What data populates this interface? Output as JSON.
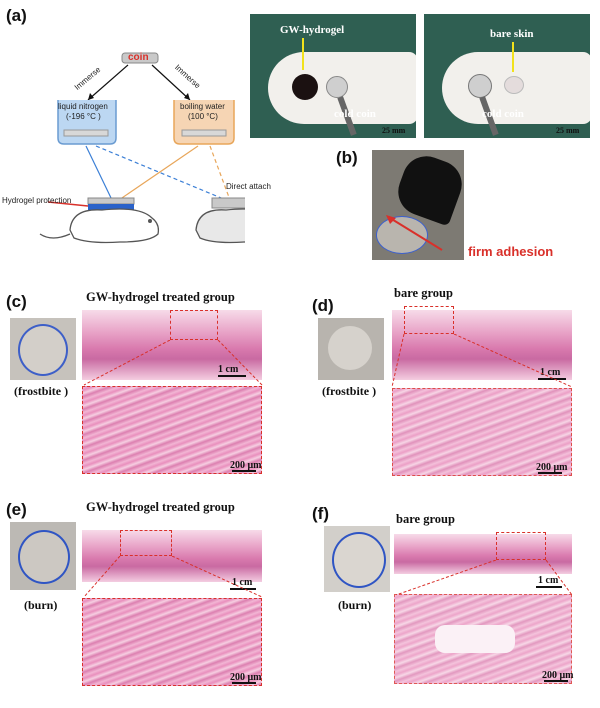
{
  "panels": {
    "a": {
      "label": "(a)",
      "coin": "coin",
      "immerse_left": "Immerse",
      "immerse_right": "Immerse",
      "liquid_nitrogen": "liquid nitrogen",
      "liquid_nitrogen_temp": "(-196 °C )",
      "boiling_water": "boiling water",
      "boiling_water_temp": "(100 °C)",
      "hydrogel_protection": "Hydrogel protection",
      "direct_attach": "Direct attach",
      "photo1_label": "GW-hydrogel",
      "photo1_coin": "cold coin",
      "photo1_scale": "25 mm",
      "photo2_label": "bare skin",
      "photo2_coin": "cold coin",
      "photo2_scale": "25 mm"
    },
    "b": {
      "label": "(b)",
      "annotation": "firm adhesion"
    },
    "c": {
      "label": "(c)",
      "title": "GW-hydrogel treated group",
      "condition": "(frostbite )",
      "scale_top": "1 cm",
      "scale_zoom": "200 μm"
    },
    "d": {
      "label": "(d)",
      "title": "bare group",
      "condition": "(frostbite )",
      "scale_top": "1 cm",
      "scale_zoom": "200 μm"
    },
    "e": {
      "label": "(e)",
      "title": "GW-hydrogel treated group",
      "condition": "(burn)",
      "scale_top": "1 cm",
      "scale_zoom": "200 μm"
    },
    "f": {
      "label": "(f)",
      "title": "bare group",
      "condition": "(burn)",
      "scale_top": "1 cm",
      "scale_zoom": "200 μm"
    }
  },
  "colors": {
    "accent_red": "#d9302a",
    "cold_blue": "#3b7fd6",
    "hot_orange": "#e8a65a",
    "photo_green": "#2f5f52",
    "annotation_yellow": "#f2e21c"
  }
}
